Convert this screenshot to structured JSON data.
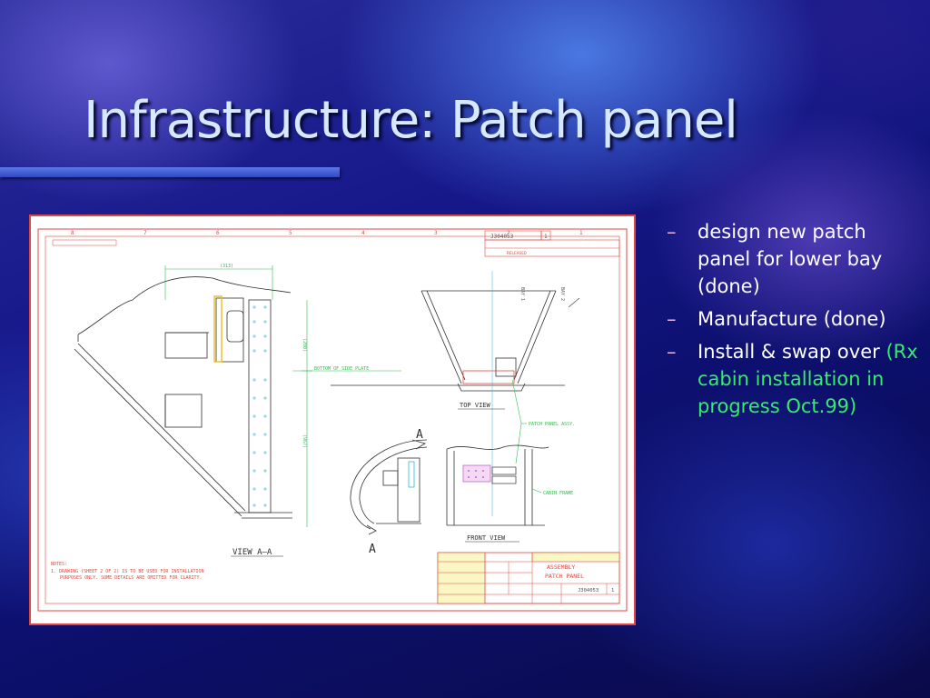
{
  "slide": {
    "title": "Infrastructure: Patch panel",
    "colors": {
      "title": "#d7e9ff",
      "highlight": "#33ee66",
      "frame_border": "#e2473f"
    }
  },
  "bullets": [
    {
      "marker": "–",
      "text": "design new patch panel for lower bay (done)",
      "highlight": ""
    },
    {
      "marker": "–",
      "text": "Manufacture (done)",
      "highlight": ""
    },
    {
      "marker": "–",
      "text": "Install & swap over",
      "highlight": "(Rx cabin installation in progress Oct.99)"
    }
  ],
  "drawing": {
    "drawing_no": "J304053",
    "sheet": "1",
    "released": "RELEASED",
    "dimensions": {
      "top": "(313)",
      "upper": "(200)",
      "lower": "(967)"
    },
    "labels": {
      "bottom_of_side_plate": "BOTTOM OF SIDE PLATE",
      "top_view": "TOP VIEW",
      "front_view": "FRONT VIEW",
      "view_aa": "VIEW A–A",
      "patch_panel_assy": "PATCH PANEL ASSY.",
      "cabin_frame": "CABIN FRAME",
      "bay1": "BAY 1",
      "bay2": "BAY 2",
      "section_a": "A"
    },
    "notes": {
      "heading": "NOTES:",
      "line1": "1.  DRAWING (SHEET 2 OF 2) IS TO BE USED FOR INSTALLATION",
      "line2": "PURPOSES ONLY.  SOME DETAILS ARE OMITTED FOR CLARITY."
    },
    "title_block": {
      "line1": "ASSEMBLY",
      "line2": "PATCH PANEL"
    },
    "border_numbers": [
      "8",
      "7",
      "6",
      "5",
      "4",
      "3",
      "2",
      "1"
    ]
  }
}
